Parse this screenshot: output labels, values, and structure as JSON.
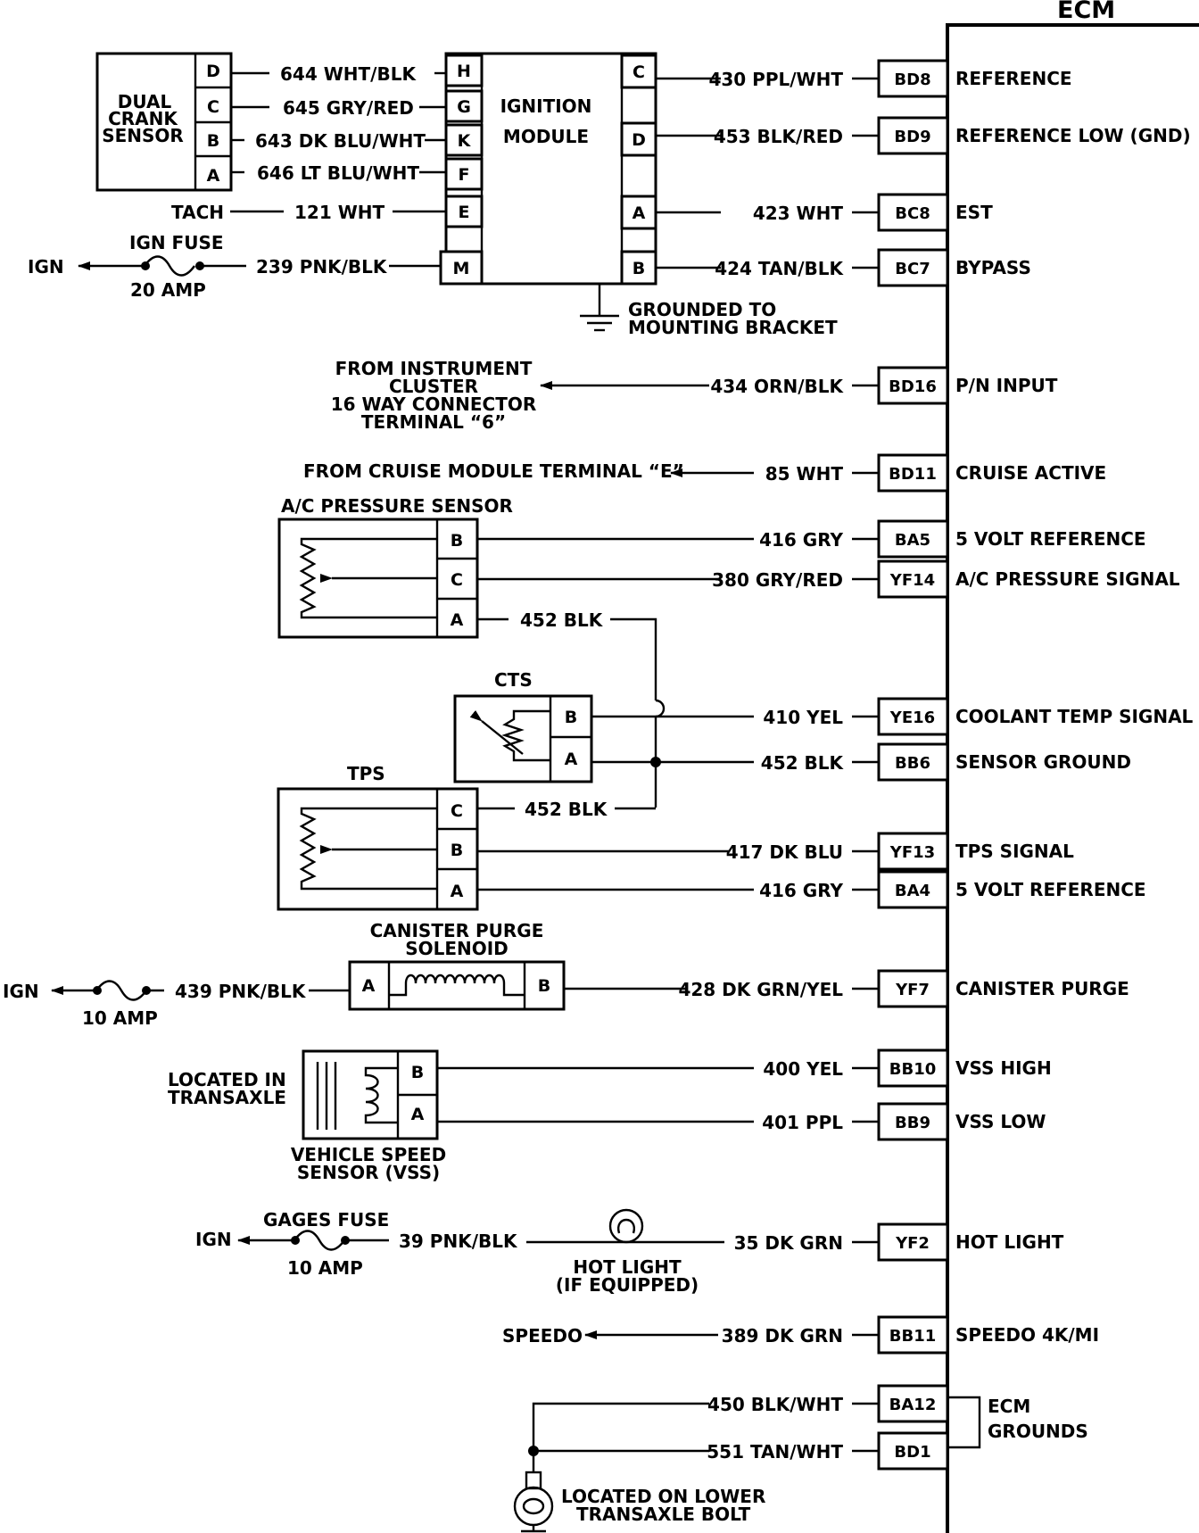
{
  "ecm": {
    "title": "ECM",
    "terminals": [
      {
        "pin": "BD8",
        "wire": "430 PPL/WHT",
        "function": "REFERENCE"
      },
      {
        "pin": "BD9",
        "wire": "453 BLK/RED",
        "function": "REFERENCE LOW (GND)"
      },
      {
        "pin": "BC8",
        "wire": "423  WHT",
        "function": "EST"
      },
      {
        "pin": "BC7",
        "wire": "424 TAN/BLK",
        "function": "BYPASS"
      },
      {
        "pin": "BD16",
        "wire": "434 ORN/BLK",
        "function": "P/N INPUT"
      },
      {
        "pin": "BD11",
        "wire": "85 WHT",
        "function": "CRUISE ACTIVE"
      },
      {
        "pin": "BA5",
        "wire": "416 GRY",
        "function": "5 VOLT REFERENCE"
      },
      {
        "pin": "YF14",
        "wire": "380 GRY/RED",
        "function": "A/C PRESSURE SIGNAL"
      },
      {
        "pin": "YE16",
        "wire": "410 YEL",
        "function": "COOLANT TEMP SIGNAL"
      },
      {
        "pin": "BB6",
        "wire": "452 BLK",
        "function": "SENSOR GROUND"
      },
      {
        "pin": "YF13",
        "wire": "417 DK BLU",
        "function": "TPS SIGNAL"
      },
      {
        "pin": "BA4",
        "wire": "416 GRY",
        "function": "5 VOLT REFERENCE"
      },
      {
        "pin": "YF7",
        "wire": "428 DK GRN/YEL",
        "function": "CANISTER PURGE"
      },
      {
        "pin": "BB10",
        "wire": "400 YEL",
        "function": "VSS HIGH"
      },
      {
        "pin": "BB9",
        "wire": "401 PPL",
        "function": "VSS LOW"
      },
      {
        "pin": "YF2",
        "wire": "35 DK GRN",
        "function": "HOT LIGHT"
      },
      {
        "pin": "BB11",
        "wire": "389 DK GRN",
        "function": "SPEEDO 4K/MI"
      },
      {
        "pin": "BA12",
        "wire": "450 BLK/WHT",
        "function": ""
      },
      {
        "pin": "BD1",
        "wire": "551 TAN/WHT",
        "function": ""
      }
    ],
    "grounds_label": [
      "ECM",
      "GROUNDS"
    ]
  },
  "dual_crank_sensor": {
    "label": [
      "DUAL",
      "CRANK",
      "SENSOR"
    ],
    "pins": [
      "D",
      "C",
      "B",
      "A"
    ],
    "wires": [
      "644 WHT/BLK",
      "645 GRY/RED",
      "643 DK BLU/WHT",
      "646 LT BLU/WHT"
    ]
  },
  "ignition_module": {
    "label": [
      "IGNITION",
      "MODULE"
    ],
    "left_pins": [
      "H",
      "G",
      "K",
      "F",
      "E",
      "M"
    ],
    "right_pins": [
      "C",
      "D",
      "A",
      "B"
    ],
    "tach_label": "TACH",
    "tach_wire": "121 WHT",
    "fuse_wire": "239 PNK/BLK",
    "fuse_name": "IGN FUSE",
    "fuse_rating": "20  AMP",
    "ign": "IGN",
    "ground_label": [
      "GROUNDED TO",
      "MOUNTING BRACKET"
    ]
  },
  "pn_source": [
    "FROM INSTRUMENT",
    "CLUSTER",
    "16 WAY CONNECTOR",
    "TERMINAL “6”"
  ],
  "cruise_source": "FROM CRUISE MODULE TERMINAL “E”",
  "ac_sensor": {
    "label": "A/C PRESSURE SENSOR",
    "pins": [
      "B",
      "C",
      "A"
    ],
    "ground_wire": "452 BLK"
  },
  "cts": {
    "label": "CTS",
    "pins": [
      "B",
      "A"
    ]
  },
  "tps": {
    "label": "TPS",
    "pins": [
      "C",
      "B",
      "A"
    ],
    "ground_wire": "452 BLK"
  },
  "canister": {
    "label": [
      "CANISTER PURGE",
      "SOLENOID"
    ],
    "pins": [
      "A",
      "B"
    ],
    "ign": "IGN",
    "wire": "439 PNK/BLK",
    "fuse_rating": "10  AMP"
  },
  "vss": {
    "pins": [
      "B",
      "A"
    ],
    "located": [
      "LOCATED IN",
      "TRANSAXLE"
    ],
    "label": [
      "VEHICLE SPEED",
      "SENSOR (VSS)"
    ]
  },
  "hot_light": {
    "ign": "IGN",
    "fuse_name": "GAGES FUSE",
    "fuse_rating": "10 AMP",
    "wire": "39 PNK/BLK",
    "label": [
      "HOT LIGHT",
      "(IF EQUIPPED)"
    ]
  },
  "speedo": {
    "label": "SPEEDO"
  },
  "ground_location": [
    "LOCATED ON LOWER",
    "TRANSAXLE BOLT"
  ]
}
